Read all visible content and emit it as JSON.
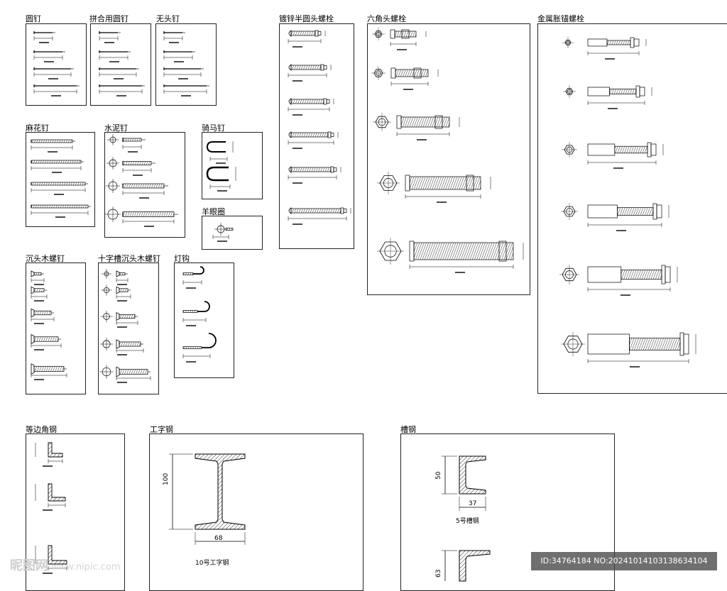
{
  "titles": {
    "round_nail": "圆钉",
    "joint_round_nail": "拼合用圆钉",
    "headless_nail": "无头钉",
    "twisted_nail": "麻花钉",
    "cement_nail": "水泥钉",
    "staple_nail": "骑马钉",
    "eye_ring": "羊眼圈",
    "countersunk_wood_screw": "沉头木螺钉",
    "cross_countersunk_wood_screw": "十字槽沉头木螺钉",
    "lamp_hook": "灯钩",
    "galv_pan_bolt": "镀锌半圆头螺栓",
    "hex_bolt": "六角头螺栓",
    "expansion_bolt": "金属胀锚螺栓",
    "equal_angle": "等边角钢",
    "i_beam": "工字钢",
    "channel": "槽钢"
  },
  "labels": {
    "i_beam_height": "100",
    "i_beam_width": "68",
    "i_beam_name": "10号工字钢",
    "channel_height": "50",
    "channel_width": "37",
    "channel_name": "5号槽钢",
    "channel_height_2": "63"
  },
  "watermark": {
    "site": "昵图网",
    "url": "www.nipic.com",
    "id_text": "ID:34764184 NO:20241014103138634104"
  }
}
